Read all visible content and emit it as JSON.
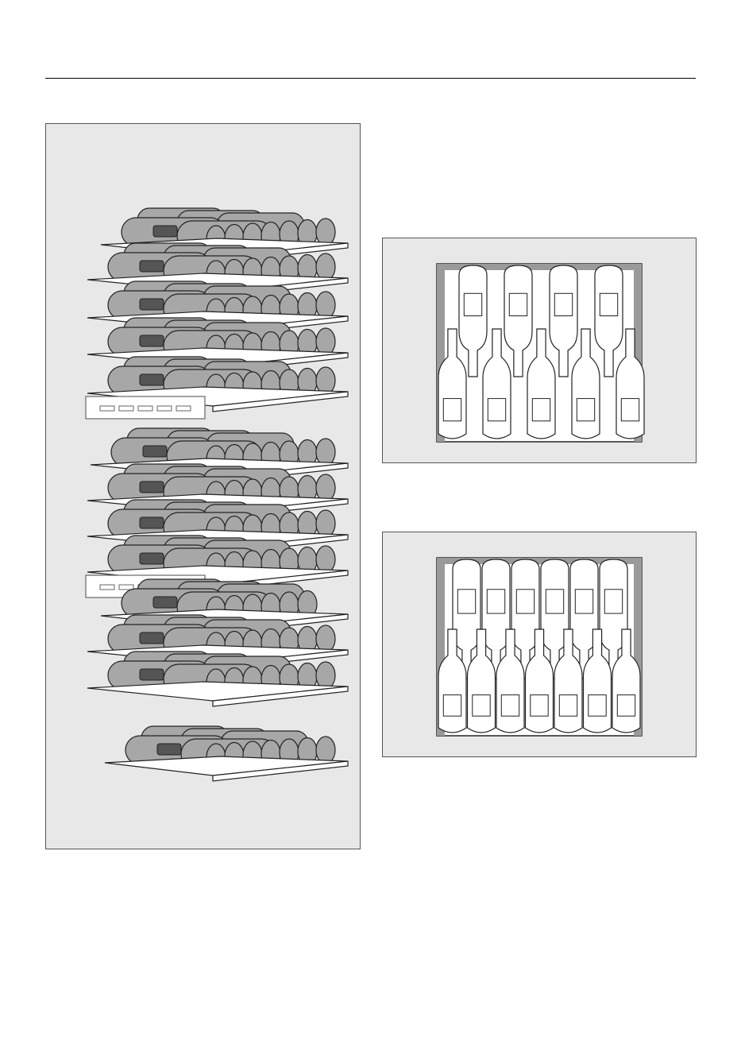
{
  "document": {
    "figures": [
      {
        "id": "rack",
        "icon": "wine-rack-illustration-icon"
      },
      {
        "id": "top-view-loose",
        "icon": "bottles-top-view-icon"
      },
      {
        "id": "top-view-dense",
        "icon": "bottles-top-view-icon"
      }
    ]
  },
  "colors": {
    "panel": "#e8e8e8",
    "bottle_fill": "#a7a7a7",
    "bottle_stroke": "#222222",
    "neck": "#555555",
    "shelf": "#ffffff",
    "tray_frame": "#666666"
  }
}
